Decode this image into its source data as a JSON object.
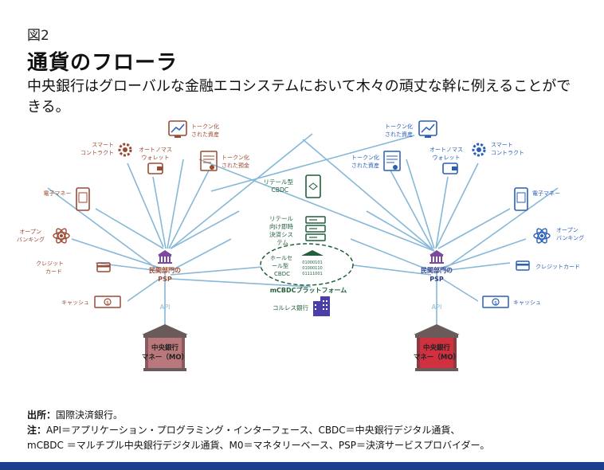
{
  "header": {
    "figure_label": "図2",
    "title": "通貨のフローラ",
    "subtitle": "中央銀行はグローバルな金融エコシステムにおいて木々の頑丈な幹に例えることができる。"
  },
  "left_tree": {
    "trunk_label_1": "中央銀行",
    "trunk_label_2": "マネー（MO）",
    "api": "API",
    "psp_1": "民間部門の",
    "psp_2": "PSP",
    "leaves": {
      "tokenized_assets": [
        "トークン化",
        "された資産"
      ],
      "smart_contract": [
        "スマート",
        "コントラクト"
      ],
      "autonomous_wallet": [
        "オートノマス",
        "ウォレット"
      ],
      "tokenized_deposit": [
        "トークン化",
        "された預金"
      ],
      "e_money": "電子マネー",
      "open_banking": [
        "オープン",
        "バンキング"
      ],
      "credit_card": [
        "クレジット",
        "カード"
      ],
      "cash": "キャッシュ"
    }
  },
  "right_tree": {
    "trunk_label_1": "中央銀行",
    "trunk_label_2": "マネー（MO）",
    "api": "API",
    "psp_1": "民間部門の",
    "psp_2": "PSP",
    "leaves": {
      "tokenized_assets_top": [
        "トークン化",
        "された資産"
      ],
      "tokenized_assets": [
        "トークン化",
        "された資産"
      ],
      "autonomous_wallet": [
        "オートノマス",
        "ウォレット"
      ],
      "smart_contract": [
        "スマート",
        "コントラクト"
      ],
      "e_money": "電子マネー",
      "open_banking": [
        "オープン",
        "バンキング"
      ],
      "credit_card": "クレジットカード",
      "cash": "キャッシュ"
    }
  },
  "center": {
    "retail_cbdc": [
      "リテール型",
      "CBDC"
    ],
    "retail_fps": [
      "リテール",
      "向け即時",
      "決済シス",
      "テム"
    ],
    "wholesale_cbdc": [
      "ホールセ",
      "ール型",
      "CBDC"
    ],
    "mcbdc": "mCBDCプラットフォーム",
    "cashless_bank": "コルレス銀行",
    "code_digits": [
      "01000101",
      "01000110",
      "01111001"
    ]
  },
  "notes": {
    "source_label": "出所：",
    "source_text": "国際決済銀行。",
    "note_label": "注：",
    "note_line1": "API＝アプリケーション・プログラミング・インターフェース、CBDC＝中央銀行デジタル通貨、",
    "note_line2": "mCBDC ＝マルチプル中央銀行デジタル通貨、M0＝マネタリーベース、PSP＝決済サービスプロバイダー。"
  },
  "colors": {
    "left_accent": "#9c4a32",
    "right_accent": "#2a5fb8",
    "center_accent": "#1f5f3a",
    "trunk_left": "#b9787c",
    "trunk_right": "#d0303f",
    "line": "#86b8d8",
    "bottom_bar": "#1b3f8f"
  }
}
